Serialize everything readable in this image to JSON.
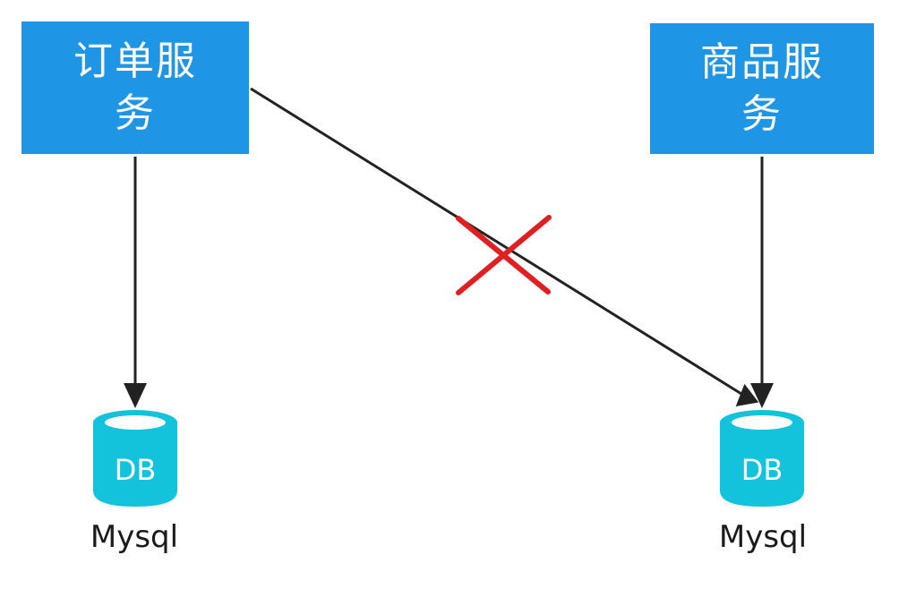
{
  "services": {
    "order": "订单服务",
    "goods": "商品服务"
  },
  "databases": {
    "left": {
      "icon_text": "DB",
      "label": "Mysql"
    },
    "right": {
      "icon_text": "DB",
      "label": "Mysql"
    }
  },
  "colors": {
    "service_fill": "#1f95e6",
    "db_fill": "#13c3dc",
    "arrow": "#222222",
    "forbidden_mark": "#e02020"
  },
  "icons": {
    "forbidden": "cross-mark-icon",
    "database": "database-cylinder-icon"
  }
}
